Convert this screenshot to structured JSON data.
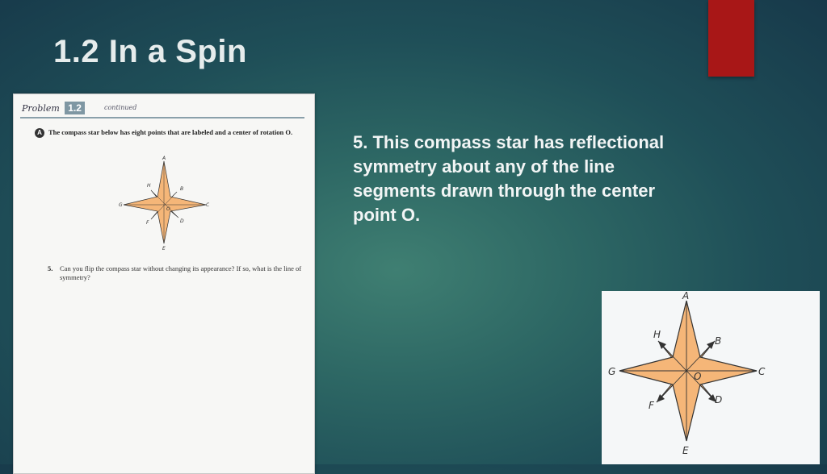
{
  "slide": {
    "title": "1.2 In a Spin",
    "statement": "5.  This compass star has reflectional symmetry about any of the line segments drawn through the center point O."
  },
  "worksheet": {
    "problem_label": "Problem",
    "problem_number": "1.2",
    "continued": "continued",
    "part_label": "A",
    "part_text": "The compass star below has eight points that are labeled and a center of rotation O.",
    "question_number": "5.",
    "question_text": "Can you flip the compass star without changing its appearance? If so, what is the line of symmetry?"
  },
  "star": {
    "labels": {
      "a": "A",
      "b": "B",
      "c": "C",
      "d": "D",
      "e": "E",
      "f": "F",
      "g": "G",
      "h": "H",
      "o": "O"
    },
    "fill_color": "#f5b678",
    "stroke_color": "#333333"
  },
  "colors": {
    "accent_red": "#a81717",
    "background": "#2d6764",
    "title_text": "#e6ecec"
  }
}
